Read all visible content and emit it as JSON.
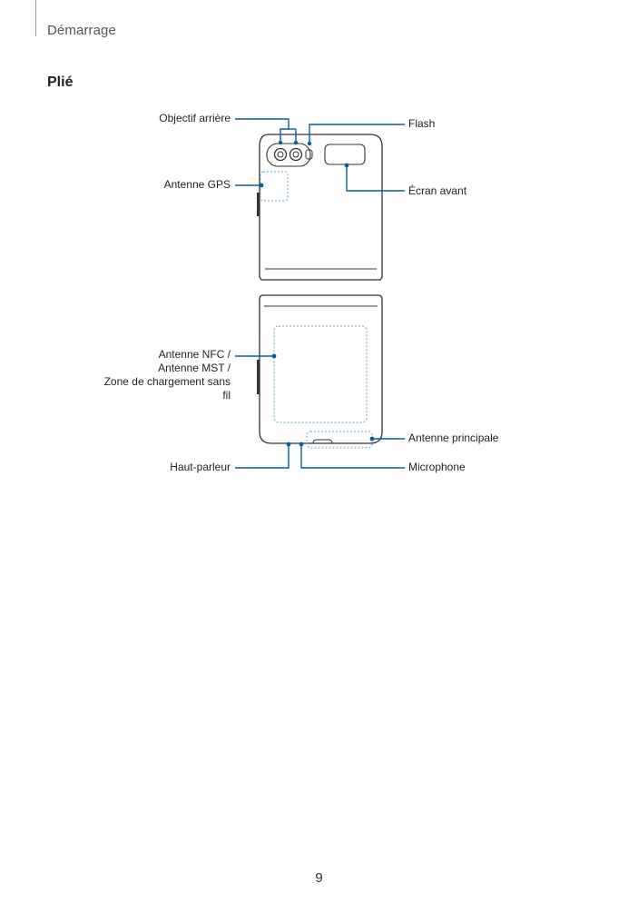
{
  "header": {
    "section": "Démarrage"
  },
  "section_title": "Plié",
  "labels": {
    "rear_camera": "Objectif arrière",
    "flash": "Flash",
    "gps": "Antenne GPS",
    "cover_screen": "Écran avant",
    "nfc_lines": [
      "Antenne NFC /",
      "Antenne MST /",
      "Zone de chargement sans",
      "fil"
    ],
    "main_antenna": "Antenne principale",
    "speaker": "Haut-parleur",
    "microphone": "Microphone"
  },
  "colors": {
    "callout": "#0a5f96",
    "outline": "#333333",
    "dotted": "#7fb4d4"
  },
  "page_number": "9"
}
